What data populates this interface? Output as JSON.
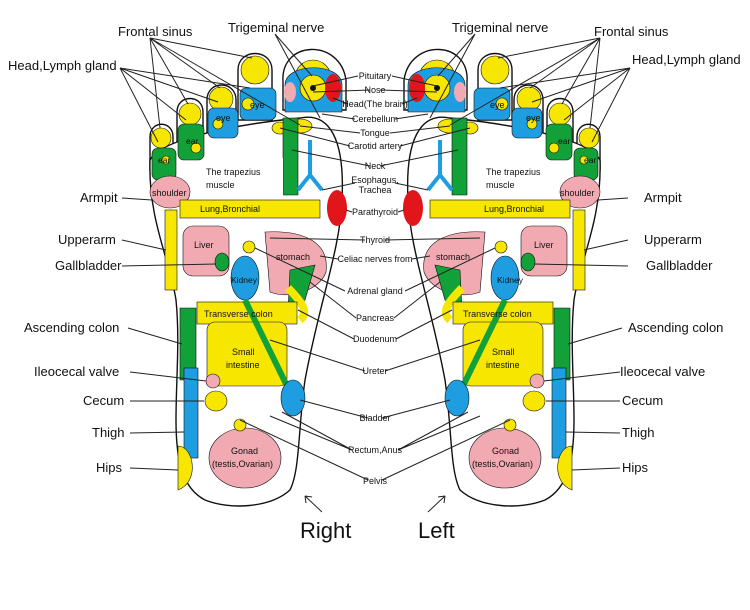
{
  "colors": {
    "yellow": "#f7e700",
    "blue": "#1e9ee0",
    "green": "#12a038",
    "pink": "#f2aab2",
    "red": "#e0161b",
    "outline": "#111111"
  },
  "outer_labels": {
    "frontal_sinus": "Frontal sinus",
    "trigeminal_nerve": "Trigeminal nerve",
    "head_lymph": "Head,Lymph gland",
    "armpit": "Armpit",
    "upperarm": "Upperarm",
    "gallbladder": "Gallbladder",
    "ascending_colon": "Ascending colon",
    "ileocecal_valve": "Ileocecal valve",
    "cecum": "Cecum",
    "thigh": "Thigh",
    "hips": "Hips"
  },
  "center_labels": {
    "pituitary": "Pituitary",
    "nose": "Nose",
    "head_brain": "Head(The brain)",
    "cerebellum": "Cerebellum",
    "tongue": "Tongue",
    "carotid": "Carotid artery",
    "neck": "Neck",
    "esophagus": "Esophagus,",
    "trachea": "Trachea",
    "parathyroid": "Parathyroid",
    "thyroid": "Thyroid",
    "celiac": "Celiac nerves from",
    "adrenal": "Adrenal gland",
    "pancreas": "Pancreas",
    "duodenum": "Duodenum",
    "ureter": "Ureter",
    "bladder": "Bladder",
    "rectum": "Rectum,Anus",
    "pelvis": "Pelvis"
  },
  "zone_labels": {
    "eye": "eye",
    "ear": "ear",
    "trapezius_1": "The trapezius",
    "trapezius_2": "muscle",
    "shoulder": "shoulder",
    "lung": "Lung,Bronchial",
    "liver": "Liver",
    "stomach": "stomach",
    "kidney": "Kidney",
    "transverse": "Transverse colon",
    "small_1": "Small",
    "small_2": "intestine",
    "gonad_1": "Gonad",
    "gonad_2": "(testis,Ovarian)"
  },
  "feet": {
    "right": "Right",
    "left": "Left"
  }
}
